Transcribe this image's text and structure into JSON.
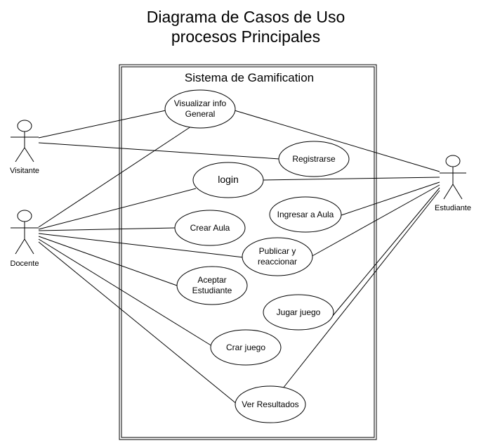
{
  "title": {
    "line1": "Diagrama de Casos de Uso",
    "line2": "procesos Principales"
  },
  "system": {
    "label": "Sistema de Gamification"
  },
  "actors": {
    "visitante": "Visitante",
    "docente": "Docente",
    "estudiante": "Estudiante"
  },
  "use_cases": {
    "visualizar": [
      "Visualizar info",
      "General"
    ],
    "registrarse": "Registrarse",
    "login": "login",
    "ingresar_aula": "Ingresar a Aula",
    "crear_aula": "Crear Aula",
    "publicar": [
      "Publicar y",
      "reaccionar"
    ],
    "aceptar": [
      "Aceptar",
      "Estudiante"
    ],
    "jugar": "Jugar juego",
    "crar_juego": "Crar juego",
    "ver_resultados": "Ver Resultados"
  },
  "colors": {
    "line": "#000000",
    "background": "#ffffff"
  }
}
